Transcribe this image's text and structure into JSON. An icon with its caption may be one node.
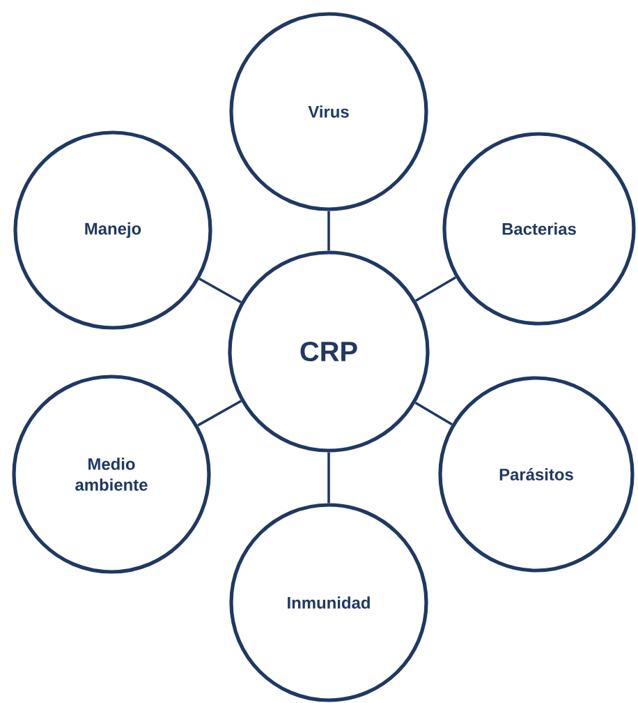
{
  "diagram": {
    "nodes": [
      {
        "text": [
          "Virus"
        ]
      },
      {
        "text": [
          "Manejo"
        ]
      },
      {
        "text": [
          "Bacterias"
        ]
      },
      {
        "text": [
          "CRP"
        ]
      },
      {
        "text": [
          "Medio ambiente"
        ]
      },
      {
        "text": [
          "Parásitos"
        ]
      },
      {
        "text": [
          "Inmunidad"
        ]
      }
    ],
    "edges": [
      {
        "from": 3,
        "to": 0,
        "arrow": "none"
      },
      {
        "from": 3,
        "to": 1,
        "arrow": "none"
      },
      {
        "from": 3,
        "to": 2,
        "arrow": "none"
      },
      {
        "from": 3,
        "to": 4,
        "arrow": "none"
      },
      {
        "from": 3,
        "to": 5,
        "arrow": "none"
      },
      {
        "from": 3,
        "to": 6,
        "arrow": "none"
      }
    ]
  }
}
